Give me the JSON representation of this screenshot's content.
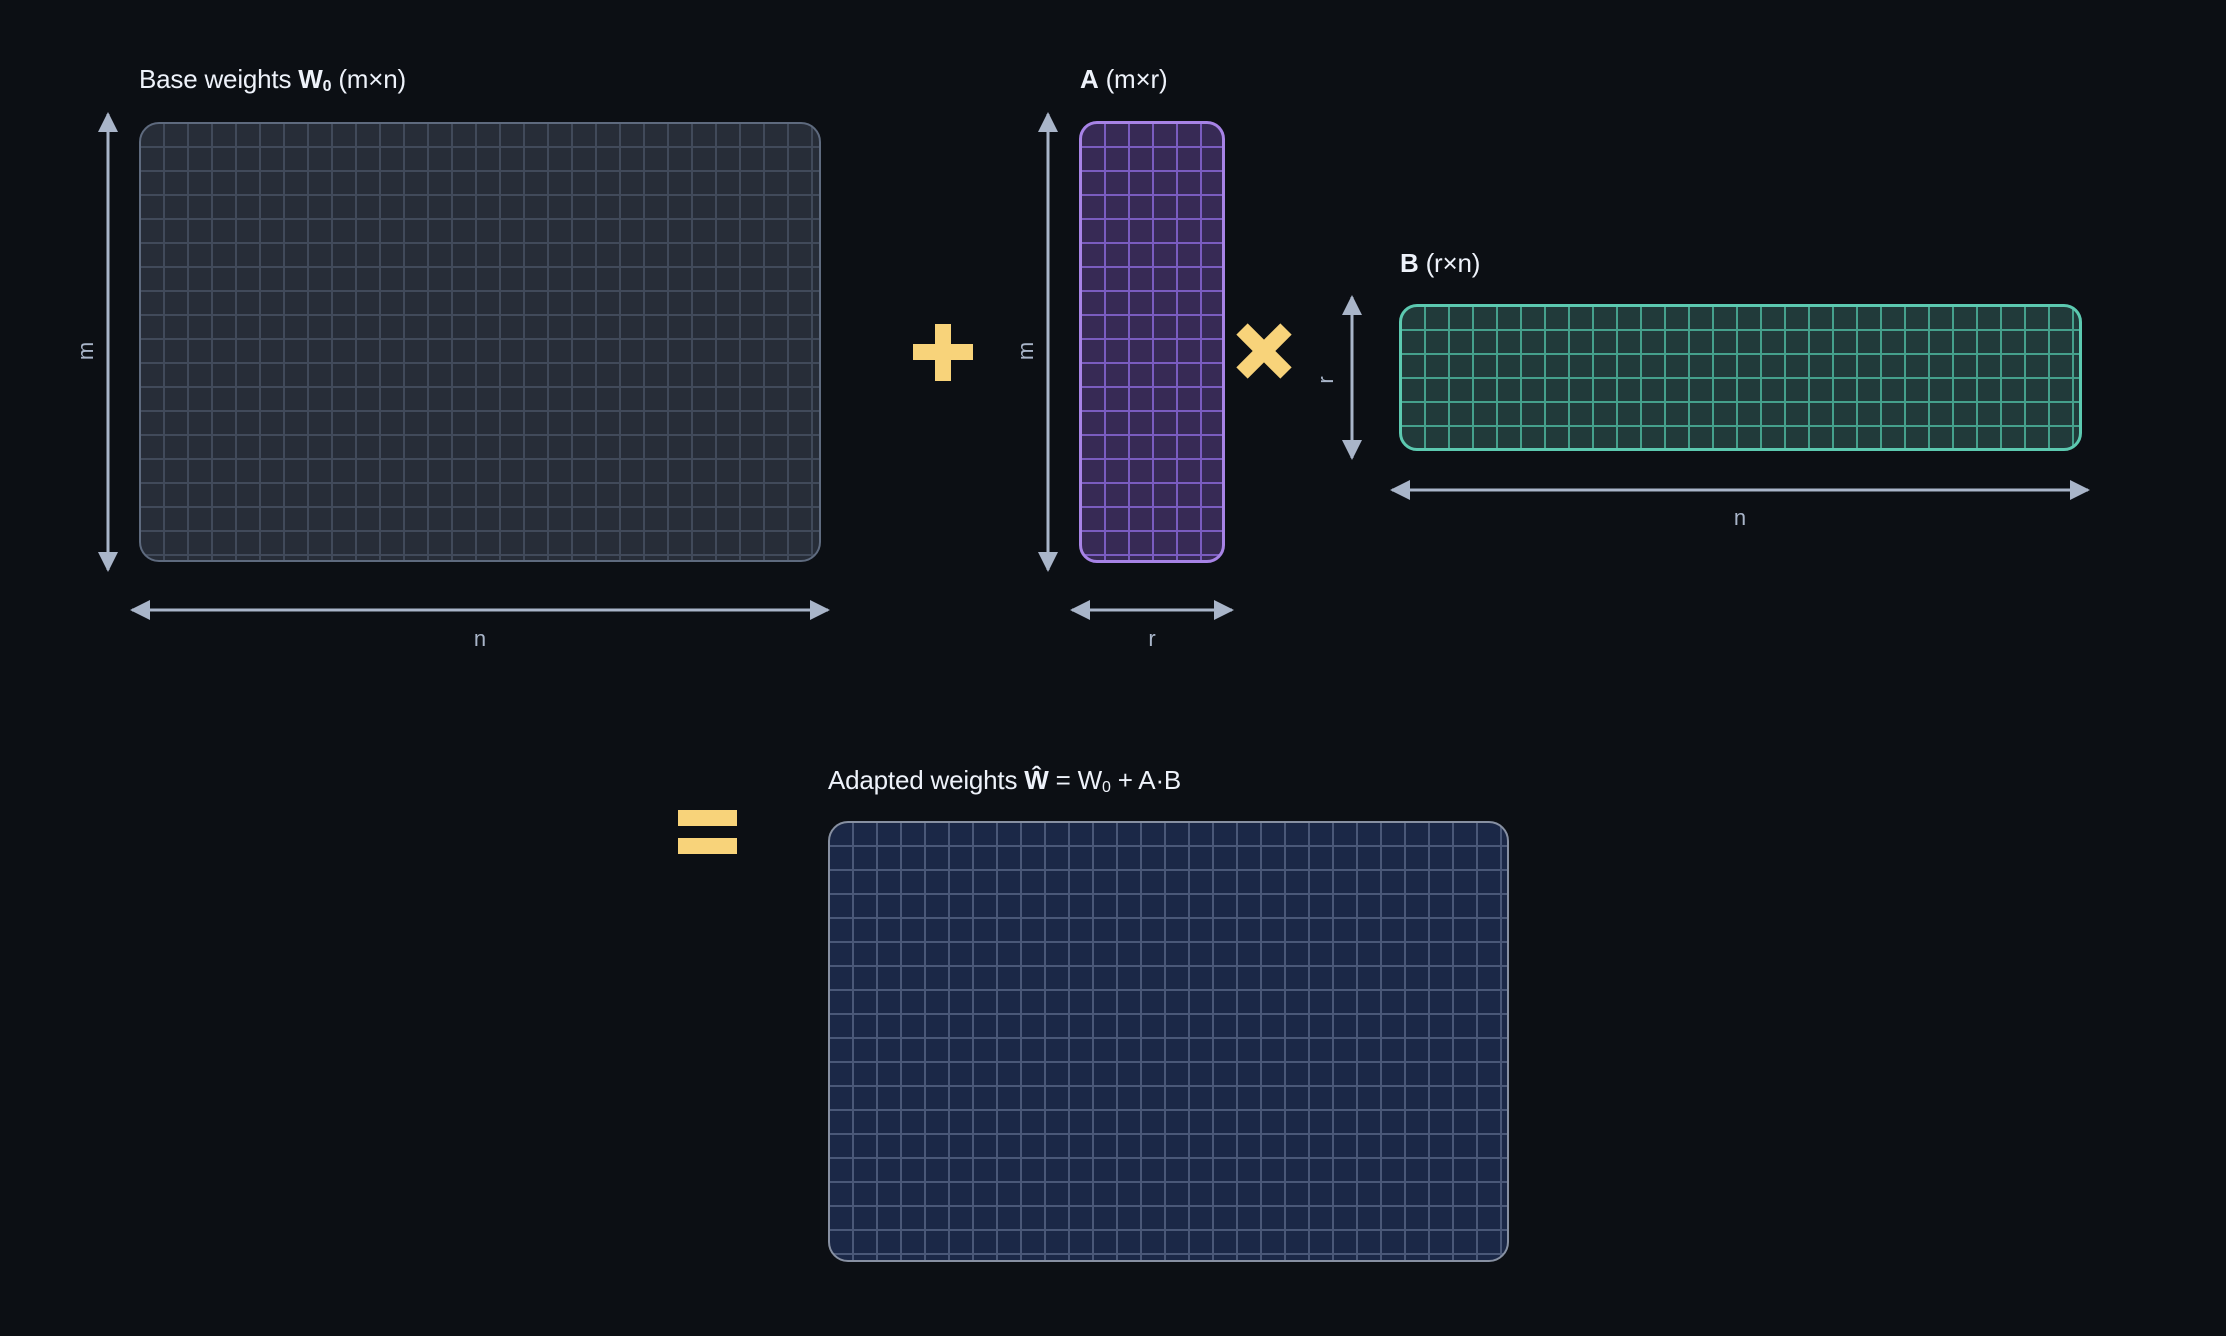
{
  "diagram": {
    "type": "LoRA low-rank weight update",
    "colors": {
      "background": "#0c0f14",
      "operator": "#f8d37a",
      "dimension_arrow": "#a9b5c9",
      "base_matrix_fill": "#272d38",
      "base_matrix_border": "#5e6a7e",
      "a_matrix_fill": "#372a55",
      "a_matrix_border": "#a783e6",
      "b_matrix_fill": "#213a3a",
      "b_matrix_border": "#5cc9b0",
      "output_matrix_fill": "#1b2847",
      "output_matrix_border": "#8790a2"
    },
    "base": {
      "title_prefix": "Base weights ",
      "symbol": "W",
      "symbol_sub": "0",
      "shape": " (m×n)",
      "height_label": "m",
      "width_label": "n"
    },
    "operator_plus": "+",
    "a": {
      "symbol": "A",
      "shape": " (m×r)",
      "height_label": "m",
      "width_label": "r"
    },
    "operator_times": "×",
    "b": {
      "symbol": "B",
      "shape": " (r×n)",
      "height_label": "r",
      "width_label": "n"
    },
    "operator_equals": "=",
    "output": {
      "title_prefix": "Adapted weights ",
      "symbol": "Ŵ",
      "formula_eq": " = W",
      "formula_sub": "0",
      "formula_rest": " + A·B"
    }
  }
}
